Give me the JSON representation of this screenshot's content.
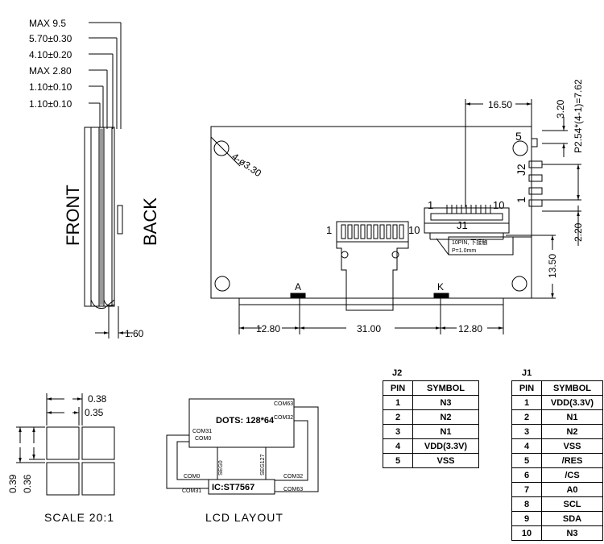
{
  "side_view": {
    "dims": [
      "MAX  9.5",
      "5.70±0.30",
      "4.10±0.20",
      "MAX  2.80",
      "1.10±0.10",
      "1.10±0.10"
    ],
    "front_label": "FRONT",
    "back_label": "BACK",
    "bottom_dim": "1.60"
  },
  "main_view": {
    "hole_label": "4-ø3.30",
    "top_dim": "16.50",
    "right_dims": {
      "d320": "3.20",
      "pitch": "P2.54*(4-1)=7.62",
      "d220": "2.20",
      "d1350": "13.50"
    },
    "bottom_dims": {
      "left": "12.80",
      "mid": "31.00",
      "right": "12.80"
    },
    "j2_label": "J2",
    "j2_pin_first": "5",
    "j2_pin_last": "1",
    "j1_label": "J1",
    "j1_pin_first": "1",
    "j1_pin_last": "10",
    "fpc_pin_first": "1",
    "fpc_pin_last": "10",
    "j1_note_1": "10PIN, 下接触",
    "j1_note_2": "P=1.0mm",
    "backlight_a": "A",
    "backlight_k": "K"
  },
  "pixel_scale": {
    "d038": "0.38",
    "d035": "0.35",
    "d039": "0.39",
    "d036": "0.36",
    "caption": "SCALE 20:1"
  },
  "lcd_layout": {
    "dots": "DOTS: 128*64",
    "ic": "IC:ST7567",
    "com63_top": "COM63",
    "com32_top": "COM32",
    "com31_left": "COM31",
    "com0_left": "COM0",
    "seg0": "SEG0",
    "seg127": "SEG127",
    "com0_bottom": "COM0",
    "com31_bottom": "COM31",
    "com32_bottom": "COM32",
    "com63_bottom": "COM63",
    "caption": "LCD LAYOUT"
  },
  "j2_table": {
    "title": "J2",
    "headers": [
      "PIN",
      "SYMBOL"
    ],
    "rows": [
      {
        "pin": "1",
        "symbol": "N3"
      },
      {
        "pin": "2",
        "symbol": "N2"
      },
      {
        "pin": "3",
        "symbol": "N1"
      },
      {
        "pin": "4",
        "symbol": "VDD(3.3V)"
      },
      {
        "pin": "5",
        "symbol": "VSS"
      }
    ]
  },
  "j1_table": {
    "title": "J1",
    "headers": [
      "PIN",
      "SYMBOL"
    ],
    "rows": [
      {
        "pin": "1",
        "symbol": "VDD(3.3V)"
      },
      {
        "pin": "2",
        "symbol": "N1"
      },
      {
        "pin": "3",
        "symbol": "N2"
      },
      {
        "pin": "4",
        "symbol": "VSS"
      },
      {
        "pin": "5",
        "symbol": "/RES"
      },
      {
        "pin": "6",
        "symbol": "/CS"
      },
      {
        "pin": "7",
        "symbol": "A0"
      },
      {
        "pin": "8",
        "symbol": "SCL"
      },
      {
        "pin": "9",
        "symbol": "SDA"
      },
      {
        "pin": "10",
        "symbol": "N3"
      }
    ]
  }
}
